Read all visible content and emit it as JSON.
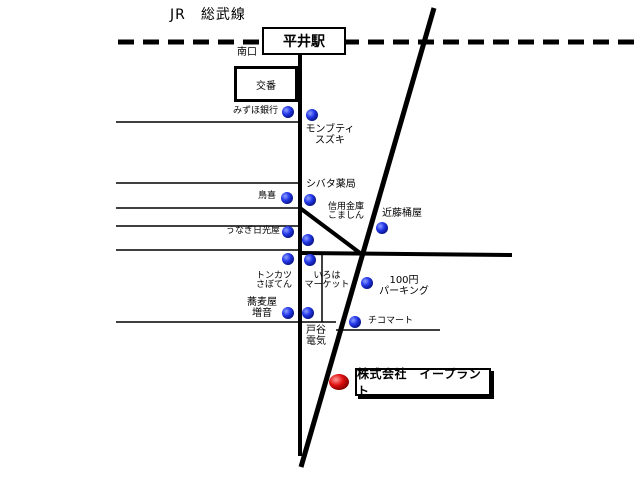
{
  "railway": {
    "name": "JR　総武線"
  },
  "station": {
    "name": "平井駅",
    "exit": "南口"
  },
  "koban": {
    "label": "交番"
  },
  "company": {
    "name": "株式会社　イープラント"
  },
  "landmarks": {
    "mizuho": "みずほ銀行",
    "montbleu_1": "モンブティ",
    "montbleu_2": "スズキ",
    "shibata": "シバタ薬局",
    "torikki": "鳥喜",
    "shinkin_1": "信用金庫",
    "shinkin_2": "こましん",
    "kondo": "近藤桶屋",
    "unagi": "うなぎ日光屋",
    "tonkatsu_1": "トンカツ",
    "tonkatsu_2": "さぼてん",
    "iroha_1": "いろは",
    "iroha_2": "マーケット",
    "parking_1": "100円",
    "parking_2": "パーキング",
    "soba_1": "蕎麦屋",
    "soba_2": "増音",
    "chiko": "チコマート",
    "totani_1": "戸谷",
    "totani_2": "電気"
  },
  "colors": {
    "marker": "#1e2fe6",
    "destination": "#e01010",
    "line": "#000000"
  }
}
